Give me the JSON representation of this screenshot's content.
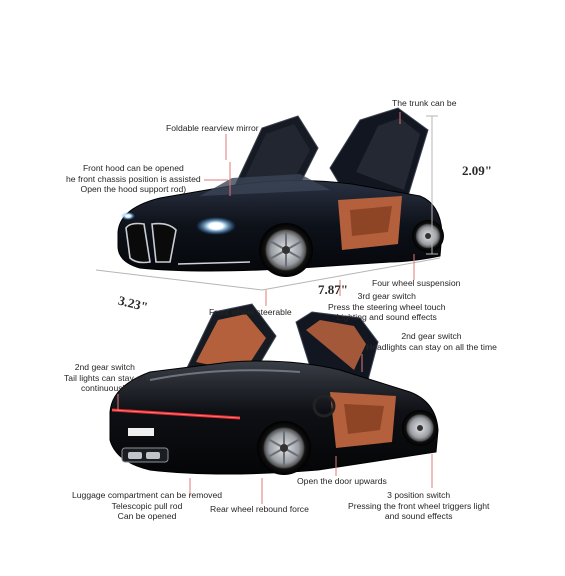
{
  "dimensions": {
    "height": "2.09\"",
    "length": "7.87\"",
    "width": "3.23\""
  },
  "top_labels": {
    "trunk": "The trunk can be",
    "mirror": "Foldable rearview mirror",
    "hood": [
      "Front hood can be opened",
      "he front chassis position is assisted",
      "Open the hood support rod)"
    ],
    "suspension": "Four wheel suspension",
    "steer": "Front wheel steerable",
    "gear3": [
      "3rd gear switch",
      "Press the steering wheel touch",
      "Lighting and sound effects"
    ]
  },
  "bottom_labels": {
    "gear2_right": [
      "2nd gear switch",
      "Headlights can stay on all the time"
    ],
    "gear2_left": [
      "2nd gear switch",
      "Tail lights can stay on",
      "continuously"
    ],
    "door": "Open the door upwards",
    "luggage": [
      "Luggage compartment can be removed",
      "Telescopic pull rod",
      "Can be opened"
    ],
    "rebound": "Rear wheel rebound force",
    "pos3": [
      "3 position switch",
      "Pressing the front wheel triggers light",
      "and sound effects"
    ]
  },
  "colors": {
    "line": "#e07a7a",
    "car_body": "#10141c",
    "interior": "#b4603c"
  }
}
